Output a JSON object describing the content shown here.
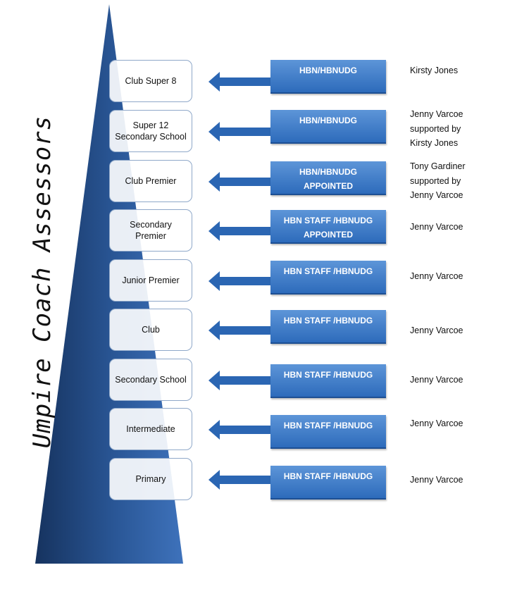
{
  "side_title": "Umpire Coach Assessors",
  "rows": [
    {
      "level": "Club Super 8",
      "org": "HBN/HBNUDG",
      "assessor": "Kirsty Jones"
    },
    {
      "level": "Super 12\nSecondary School",
      "org": "HBN/HBNUDG",
      "assessor": "Jenny Varcoe\nsupported by\nKirsty Jones"
    },
    {
      "level": "Club Premier",
      "org": "HBN/HBNUDG\nAPPOINTED",
      "assessor": "Tony Gardiner\nsupported by\nJenny Varcoe"
    },
    {
      "level": "Secondary\nPremier",
      "org": "HBN STAFF /HBNUDG\nAPPOINTED",
      "assessor": "Jenny Varcoe"
    },
    {
      "level": "Junior Premier",
      "org": "HBN STAFF /HBNUDG",
      "assessor": "Jenny Varcoe"
    },
    {
      "level": "Club",
      "org": "HBN STAFF /HBNUDG",
      "assessor": "Jenny Varcoe"
    },
    {
      "level": "Secondary School",
      "org": "HBN STAFF /HBNUDG",
      "assessor": "Jenny Varcoe"
    },
    {
      "level": "Intermediate",
      "org": "HBN STAFF /HBNUDG",
      "assessor": "Jenny Varcoe"
    },
    {
      "level": "Primary",
      "org": "HBN STAFF /HBNUDG",
      "assessor": "Jenny Varcoe"
    }
  ],
  "colors": {
    "triangle_dark": "#1c3f73",
    "triangle_light": "#3a6cb5",
    "org_box": "#3f7fcc",
    "arrow": "#2b66b3"
  }
}
